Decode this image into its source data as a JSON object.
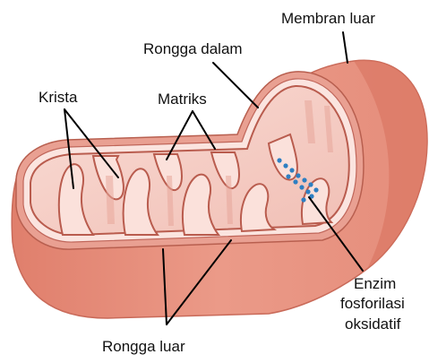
{
  "labels": {
    "outer_membrane": "Membran luar",
    "inner_space": "Rongga dalam",
    "cristae": "Krista",
    "matrix": "Matriks",
    "enzyme_line1": "Enzim",
    "enzyme_line2": "fosforilasi",
    "enzyme_line3": "oksidatif",
    "outer_space": "Rongga luar"
  },
  "colors": {
    "outer_body": "#e58d7b",
    "outer_edge": "#cf6d5c",
    "inner_fill": "#f6cfc8",
    "crista_fill": "#fbe1db",
    "enzyme_dot": "#2e7fc2"
  }
}
